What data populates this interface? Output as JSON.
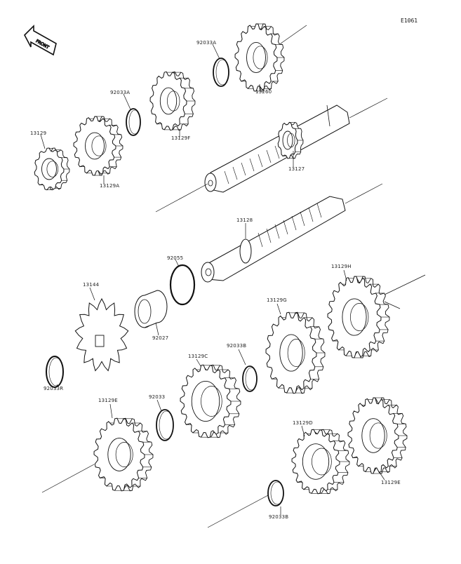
{
  "diagram_code": "E1061",
  "front_label": "FRONT",
  "parts": {
    "p13260": "13260",
    "p92033a_top": "92033A",
    "p92033a_mid": "92033A",
    "p13129f": "13129F",
    "p13129": "13129",
    "p13129a": "13129A",
    "p13127": "13127",
    "p13128": "13128",
    "p92055": "92055",
    "p13144": "13144",
    "p92027": "92027",
    "p92033b": "92033B",
    "p13129c": "13129C",
    "p13129g": "13129G",
    "p13129h": "13129H",
    "p92033r": "92033R",
    "p13129e_left": "13129E",
    "p92033": "92033",
    "p13129d": "13129D",
    "p13129e_right": "13129E",
    "p92033b_bottom": "92033B"
  }
}
